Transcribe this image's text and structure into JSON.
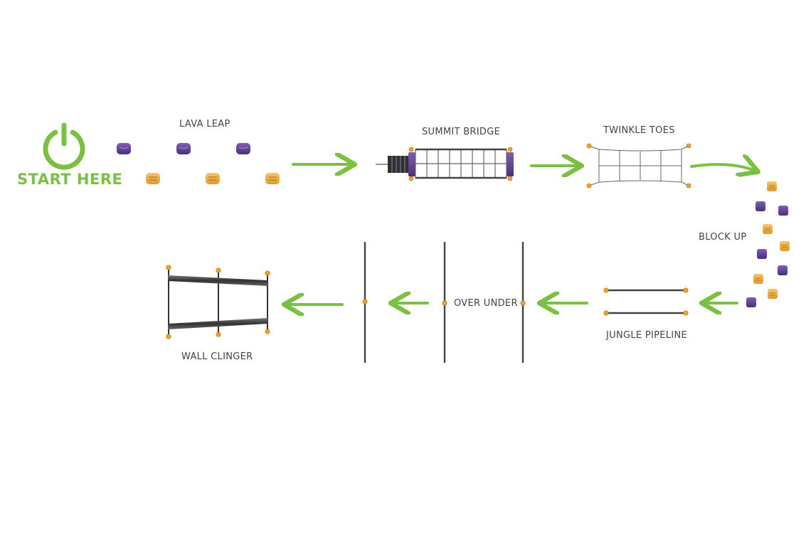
{
  "start": {
    "label": "START HERE",
    "icon": "power-icon"
  },
  "stations": {
    "lava_leap": "LAVA LEAP",
    "summit_bridge": "SUMMIT BRIDGE",
    "twinkle_toes": "TWINKLE TOES",
    "block_up": "BLOCK UP",
    "jungle_pipeline": "JUNGLE PIPELINE",
    "over_under": "OVER UNDER",
    "wall_clinger": "WALL CLINGER"
  },
  "colors": {
    "accent_green": "#7ac143",
    "purple": "#5b3f8c",
    "orange": "#f0a830",
    "frame": "#555555",
    "text": "#444444"
  }
}
